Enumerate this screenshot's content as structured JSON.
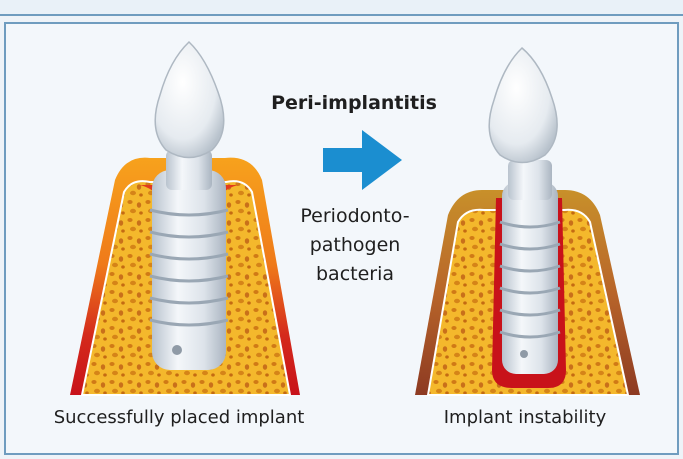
{
  "title": "Peri-implantitis",
  "arrow_label": [
    "Periodonto-",
    "pathogen",
    "bacteria"
  ],
  "captions": {
    "left": "Successfully placed implant",
    "right": "Implant instability"
  },
  "colors": {
    "frame": "#6f9cbf",
    "arrow": "#1b8ed0",
    "bone": "#f3b92e",
    "gum_red": "#d31f1f",
    "gum_brown": "#b2552a",
    "inflammation": "#c8121a",
    "implant": "#e9edf2"
  }
}
